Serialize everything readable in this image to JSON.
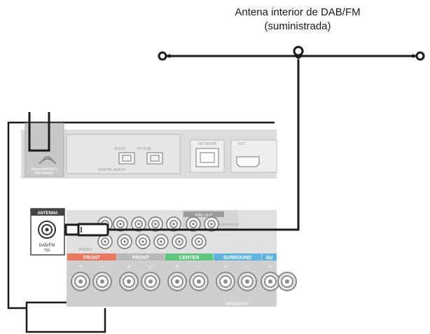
{
  "callout": {
    "line1": "Antena interior de DAB/FM",
    "line2": "(suministrada)"
  },
  "panel": {
    "bt_antenna_label_1": "Bluetooth/Wi-Fi",
    "bt_antenna_label_2": "ANTENNA",
    "digital_audio": "DIGITAL AUDIO",
    "audio_small": "AUDIO",
    "optical": "OPTICAL",
    "network": "NETWORK",
    "hdmi_out": "OUT",
    "antenna_title": "ANTENNA",
    "antenna_jack_1": "DAB/FM",
    "antenna_jack_2": "75Ω",
    "pre_out": "PRE OUT",
    "subwoofer": "SUBWOOFER",
    "phono": "PHONO",
    "speakers": "SPEAKERS",
    "channels": [
      "FRONT",
      "FRONT",
      "CENTER",
      "SURROUND",
      "SU"
    ],
    "plus": "+",
    "minus": "−"
  },
  "colors": {
    "front_red": "#e8785f",
    "center_green": "#5fc47e",
    "surround_blue": "#5fb3e0",
    "panel_gray": "#d9d9d9",
    "dark_panel": "#444444",
    "line": "#1a1a1a"
  }
}
